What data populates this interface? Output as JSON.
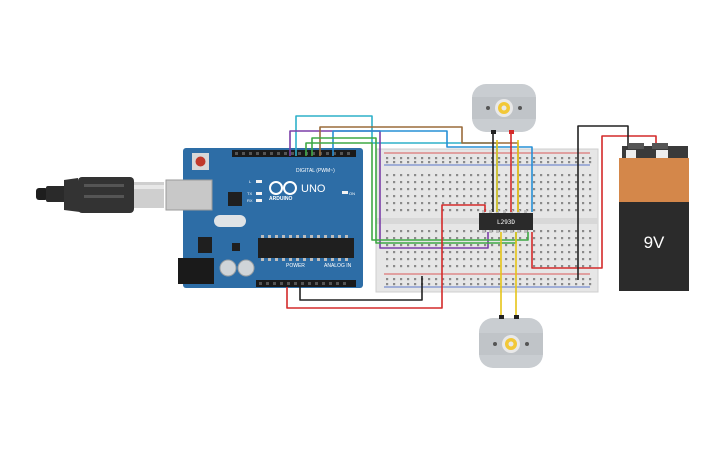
{
  "arduino": {
    "brand": "ARDUINO",
    "model": "UNO",
    "digital_label": "DIGITAL (PWM~)",
    "power_label": "POWER",
    "analog_label": "ANALOG IN",
    "on_label": "ON",
    "tx_label": "TX",
    "rx_label": "RX",
    "l_label": "L"
  },
  "driver_chip": {
    "label": "L293D"
  },
  "battery": {
    "label": "9V"
  },
  "colors": {
    "board": "#2d6da6",
    "battery_top": "#d4874a",
    "battery_body": "#2b2b2b",
    "wire_red": "#d42a2a",
    "wire_black": "#222222",
    "wire_yellow": "#e6c417",
    "wire_green": "#3ea845",
    "wire_blue": "#2790d6",
    "wire_purple": "#7b3fa8",
    "wire_brown": "#9a6b3a"
  }
}
